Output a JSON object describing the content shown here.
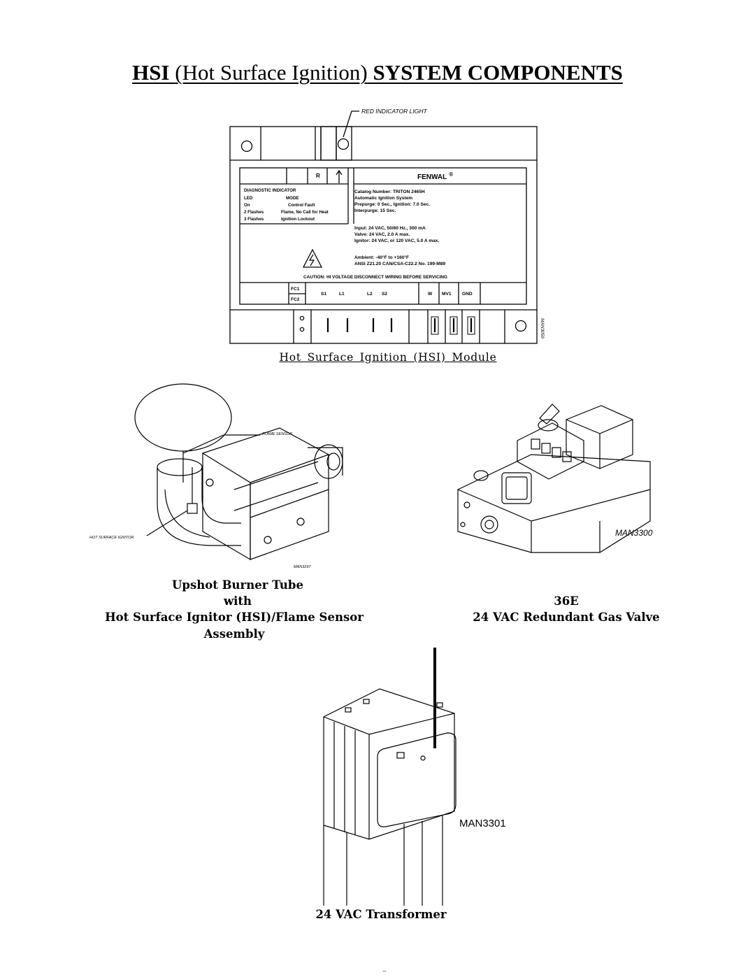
{
  "title": {
    "bold_1": "HSI",
    "regular": "(Hot Surface Ignition)",
    "bold_2": "SYSTEM COMPONENTS"
  },
  "module": {
    "callout_red_light": "RED INDICATOR LIGHT",
    "label_r": "R",
    "brand": "FENWAL",
    "brand_mark": "®",
    "diag_header": "DIAGNOSTIC INDICATOR",
    "diag_col_led": "LED",
    "diag_col_mode": "MODE",
    "diag_rows": [
      {
        "led": "On",
        "mode": "Control Fault"
      },
      {
        "led": "2 Flashes",
        "mode": "Flame, No Call for Heat"
      },
      {
        "led": "3 Flashes",
        "mode": "Ignition Lockout"
      }
    ],
    "spec_lines_1": [
      "Catalog Number: TRITON 2465H",
      "Automatic Ignition System",
      "Prepurge: 0 Sec., Ignition: 7.0 Sec.",
      "Interpurge: 15 Sec."
    ],
    "spec_lines_2": [
      "Input: 24 VAC, 50/60 Hz., 300 mA",
      "Valve: 24 VAC, 2.0 A max.",
      "Ignitor: 24 VAC, or 120 VAC, 5.0 A max."
    ],
    "spec_lines_3": [
      "Ambient: -40°F to +160°F",
      "ANSI Z21.20 CAN/CSA-C22.2 No. 199-M89"
    ],
    "caution": "CAUTION: HI VOLTAGE DISCONNECT WIRING BEFORE SERVICING",
    "terminals": {
      "fc1": "FC1",
      "fc2": "FC2",
      "s1": "S1",
      "l1": "L1",
      "l2": "L2",
      "s2": "S2",
      "w": "W",
      "mv1": "MV1",
      "gnd": "GND"
    },
    "drawing_id": "MAN3059",
    "caption": "Hot Surface Ignition (HSI) Module"
  },
  "burner": {
    "callout_flame_sensor": "FLAME SENSOR",
    "callout_ignitor": "HOT SURFACE IGNITOR",
    "drawing_id": "MAN3297",
    "caption_lines": [
      "Upshot Burner Tube",
      "with",
      "Hot Surface Ignitor (HSI)/Flame Sensor",
      "Assembly"
    ]
  },
  "valve": {
    "drawing_id": "MAN3300",
    "caption_lines": [
      "36E",
      "24 VAC Redundant Gas Valve"
    ]
  },
  "transformer": {
    "drawing_id": "MAN3301",
    "caption": "24 VAC Transformer"
  },
  "page_number": "--"
}
